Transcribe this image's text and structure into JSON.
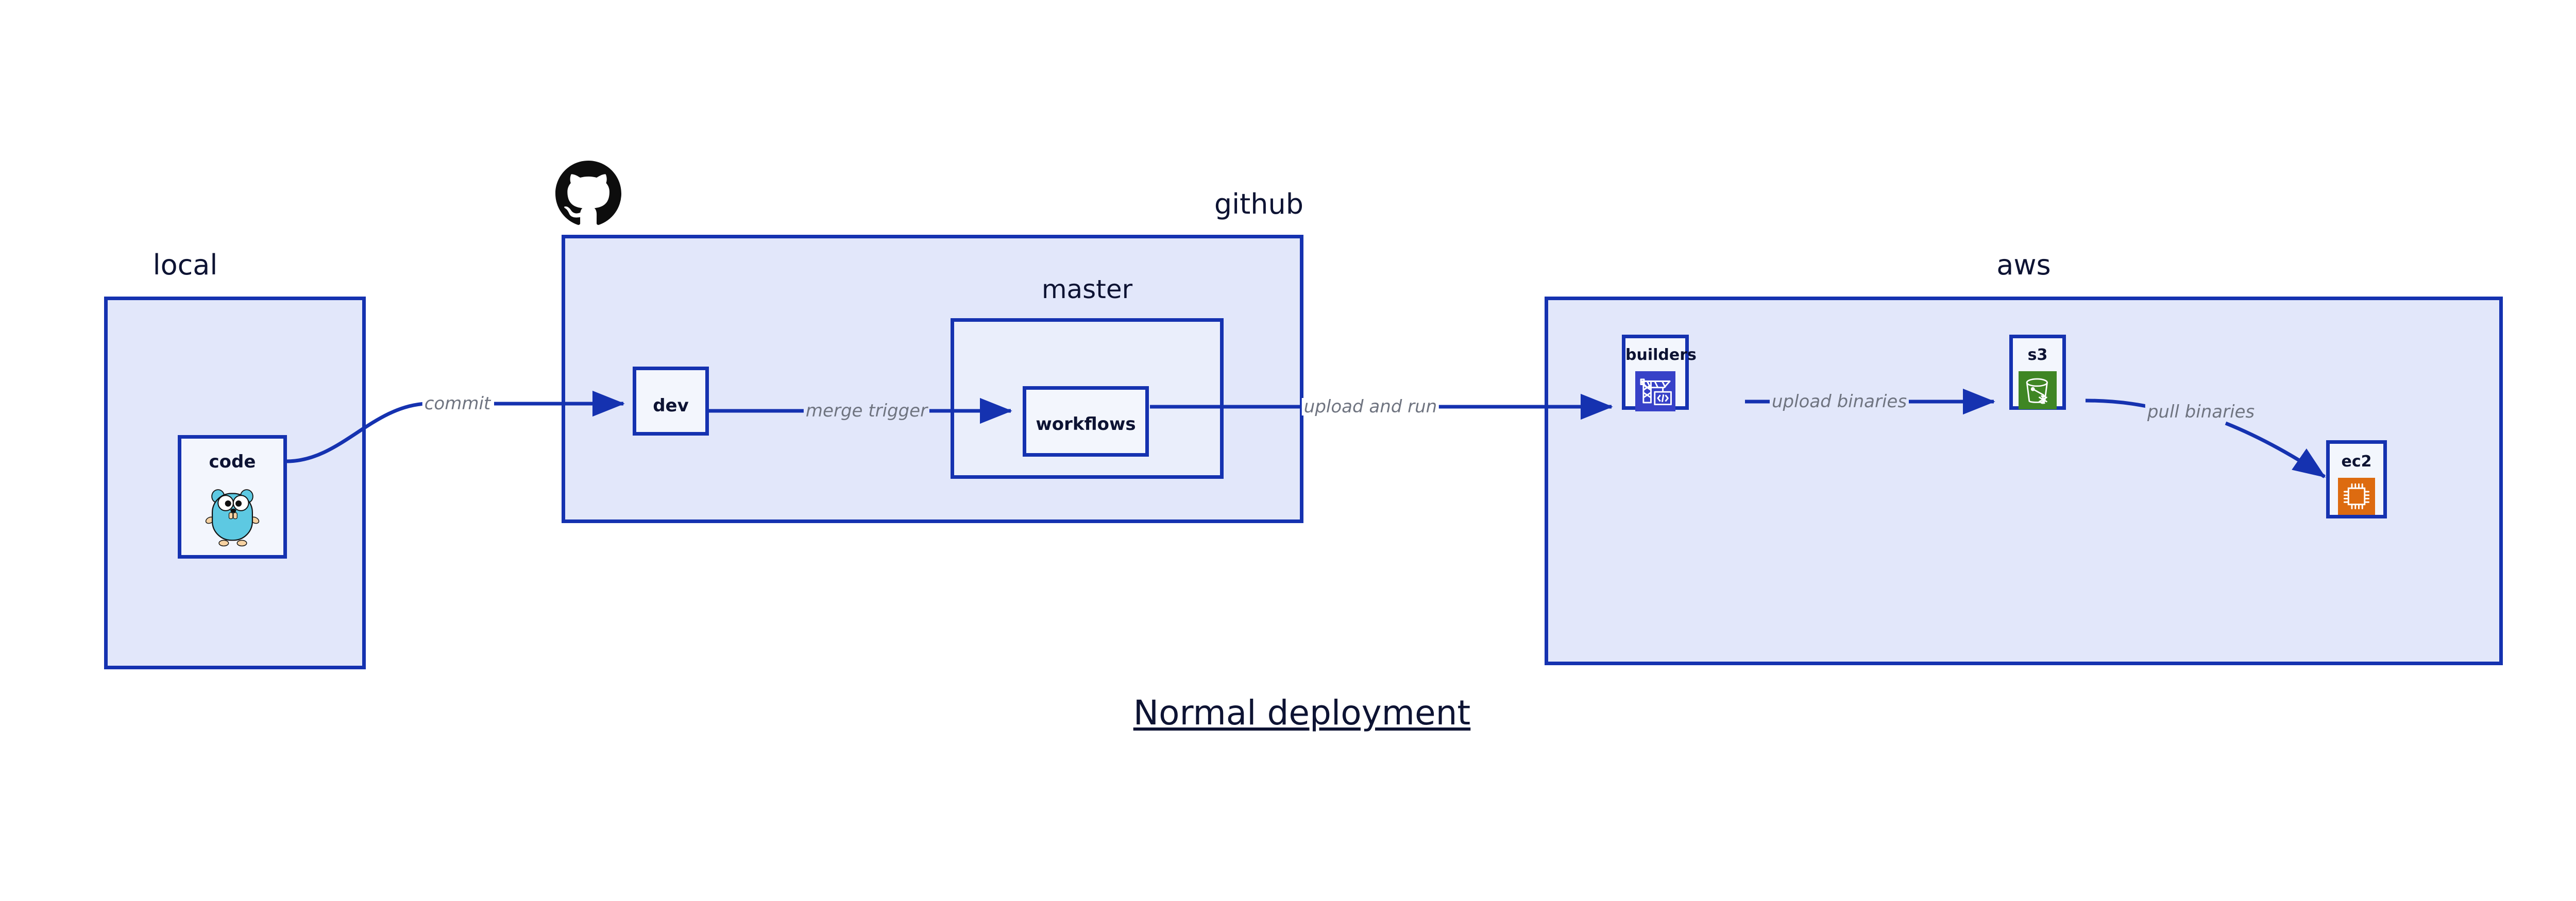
{
  "title": "Normal deployment",
  "colors": {
    "border_blue": "#1532b0",
    "container_fill": "#e2e7fa",
    "container_fill_nested": "#eaeefb",
    "node_fill": "#f3f6fd",
    "text_navy": "#0d1333",
    "edge_label_grey": "#6f7480",
    "arrow_blue": "#1532b0",
    "gopher_cyan": "#5dc9e2",
    "gopher_tan": "#f6d2a2",
    "builders_blue": "#3741c8",
    "s3_green": "#3f8624",
    "ec2_orange": "#dd6b10",
    "octocat_black": "#0d0d0d"
  },
  "containers": [
    {
      "id": "local",
      "label": "local",
      "label_align": "center"
    },
    {
      "id": "github",
      "label": "github",
      "label_align": "right"
    },
    {
      "id": "master",
      "label": "master",
      "label_align": "center"
    },
    {
      "id": "aws",
      "label": "aws",
      "label_align": "center"
    }
  ],
  "nodes": [
    {
      "id": "code",
      "label": "code",
      "icon": "go-gopher-icon",
      "parent": "local"
    },
    {
      "id": "dev",
      "label": "dev",
      "icon": null,
      "parent": "github"
    },
    {
      "id": "workflows",
      "label": "workflows",
      "icon": null,
      "parent": "master"
    },
    {
      "id": "builders",
      "label": "builders",
      "icon": "crane-code-icon",
      "parent": "aws"
    },
    {
      "id": "s3",
      "label": "s3",
      "icon": "s3-bucket-icon",
      "parent": "aws"
    },
    {
      "id": "ec2",
      "label": "ec2",
      "icon": "cpu-chip-icon",
      "parent": "aws"
    }
  ],
  "edges": [
    {
      "id": "code-to-dev",
      "label": "commit",
      "from": "code",
      "to": "dev",
      "style": "curved"
    },
    {
      "id": "dev-to-workflows",
      "label": "merge trigger",
      "from": "dev",
      "to": "workflows",
      "style": "straight"
    },
    {
      "id": "workflows-to-builders",
      "label": "upload and run",
      "from": "workflows",
      "to": "builders",
      "style": "straight"
    },
    {
      "id": "builders-to-s3",
      "label": "upload binaries",
      "from": "builders",
      "to": "s3",
      "style": "straight"
    },
    {
      "id": "s3-to-ec2",
      "label": "pull binaries",
      "from": "s3",
      "to": "ec2",
      "style": "curved"
    }
  ],
  "logos": [
    {
      "id": "github-mark",
      "name": "github-octocat-logo"
    }
  ]
}
